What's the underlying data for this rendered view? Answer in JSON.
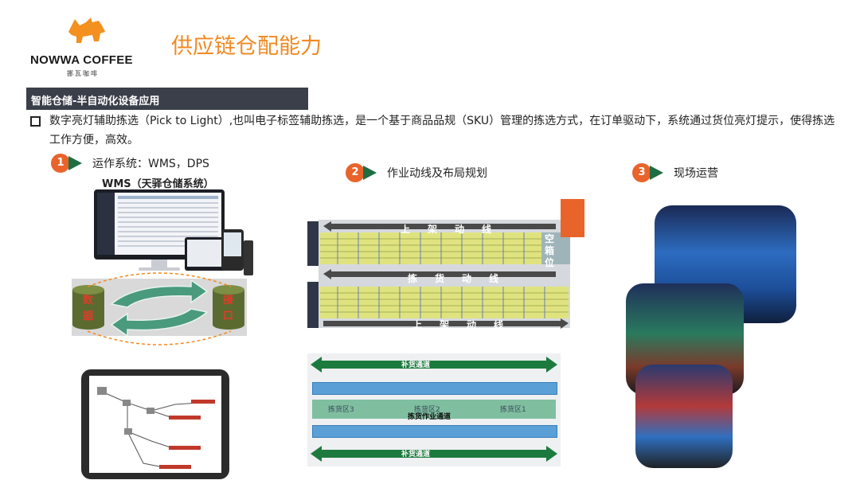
{
  "brand": {
    "name": "NOWWA COFFEE",
    "sub": "挪瓦咖啡"
  },
  "page_title": "供应链仓配能力",
  "section": {
    "title": "智能仓储-半自动化设备应用"
  },
  "description": "数字亮灯辅助拣选（Pick to Light）,也叫电子标签辅助拣选，是一个基于商品品规（SKU）管理的拣选方式，在订单驱动下，系统通过货位亮灯提示，使得拣选工作方便，高效。",
  "steps": [
    {
      "num": "1",
      "label": "运作系统：WMS，DPS"
    },
    {
      "num": "2",
      "label": "作业动线及布局规划"
    },
    {
      "num": "3",
      "label": "现场运营"
    }
  ],
  "wms_title": "WMS（天驿仓储系统）",
  "databases": [
    {
      "label": "数\n据"
    },
    {
      "label": "接\n口"
    }
  ],
  "layout": {
    "top_lane": "上架动线",
    "middle_lane": "拣货动线",
    "bottom_lane": "上架动线",
    "empty_box": "空\n箱\n位"
  },
  "flow": {
    "replenish_top": "补货通道",
    "replenish_bottom": "补货通道",
    "zone3": "拣货区3",
    "zone2": "拣货区2",
    "zone1": "拣货区1",
    "picking_channel": "拣货作业通道"
  },
  "colors": {
    "accent": "#f08a22",
    "step": "#e9632b",
    "arrow": "#1f6e43",
    "section_bg": "#3b3f4a",
    "lane": "#4a4a4a",
    "rack": "#d8dd8a",
    "channel": "#1d7a3e",
    "blue_bar": "#5a9fd6"
  }
}
